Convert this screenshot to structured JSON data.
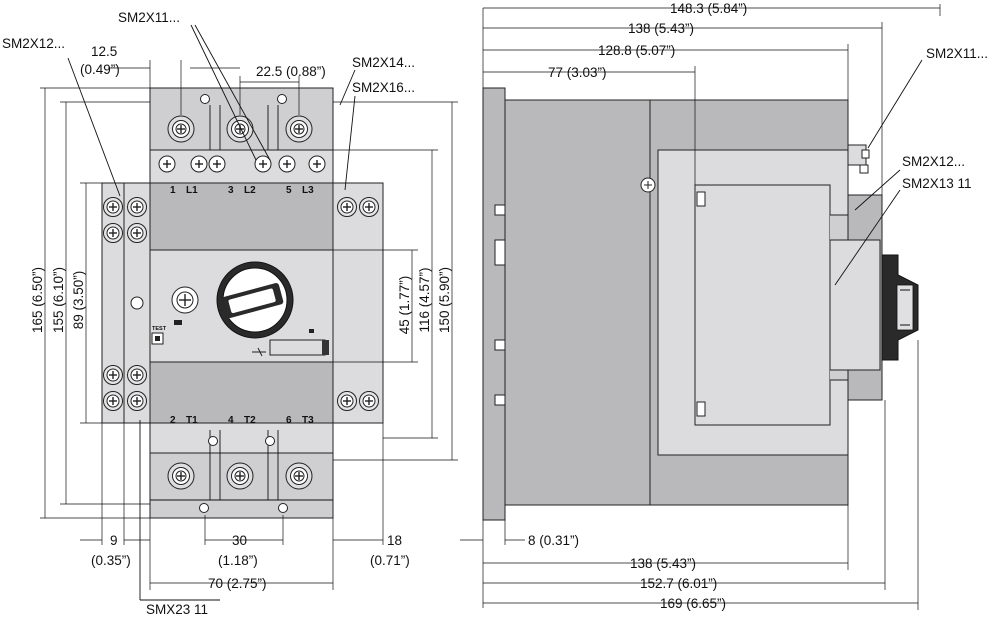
{
  "diagram": {
    "front_view": {
      "labels": {
        "sm2x12": "SM2X12...",
        "sm2x11": "SM2X11...",
        "sm2x14": "SM2X14...",
        "sm2x16": "SM2X16...",
        "smx23": "SMX23 11"
      },
      "dimensions": {
        "d12_5": "12.5",
        "d12_5_in": "(0.49”)",
        "d22_5": "22.5 (0.88”)",
        "d165": "165 (6.50”)",
        "d155": "155 (6.10”)",
        "d89": "89 (3.50”)",
        "d45": "45 (1.77”)",
        "d116": "116 (4.57”)",
        "d150": "150 (5.90”)",
        "d9": "9",
        "d9_in": "(0.35”)",
        "d30": "30",
        "d30_in": "(1.18”)",
        "d18": "18",
        "d18_in": "(0.71”)",
        "d70": "70 (2.75”)"
      },
      "terminals_top": [
        "1",
        "L1",
        "3",
        "L2",
        "5",
        "L3"
      ],
      "terminals_bottom": [
        "2",
        "T1",
        "4",
        "T2",
        "6",
        "T3"
      ],
      "test_label": "TEST"
    },
    "side_view": {
      "labels": {
        "sm2x11": "SM2X11...",
        "sm2x12": "SM2X12...",
        "sm2x13": "SM2X13 11"
      },
      "dimensions": {
        "d148_3": "148.3 (5.84”)",
        "d138_top": "138 (5.43”)",
        "d128_8": "128.8 (5.07”)",
        "d77": "77 (3.03”)",
        "d8": "8 (0.31”)",
        "d138_bottom": "138 (5.43”)",
        "d152_7": "152.7 (6.01”)",
        "d169": "169 (6.65”)"
      }
    }
  }
}
